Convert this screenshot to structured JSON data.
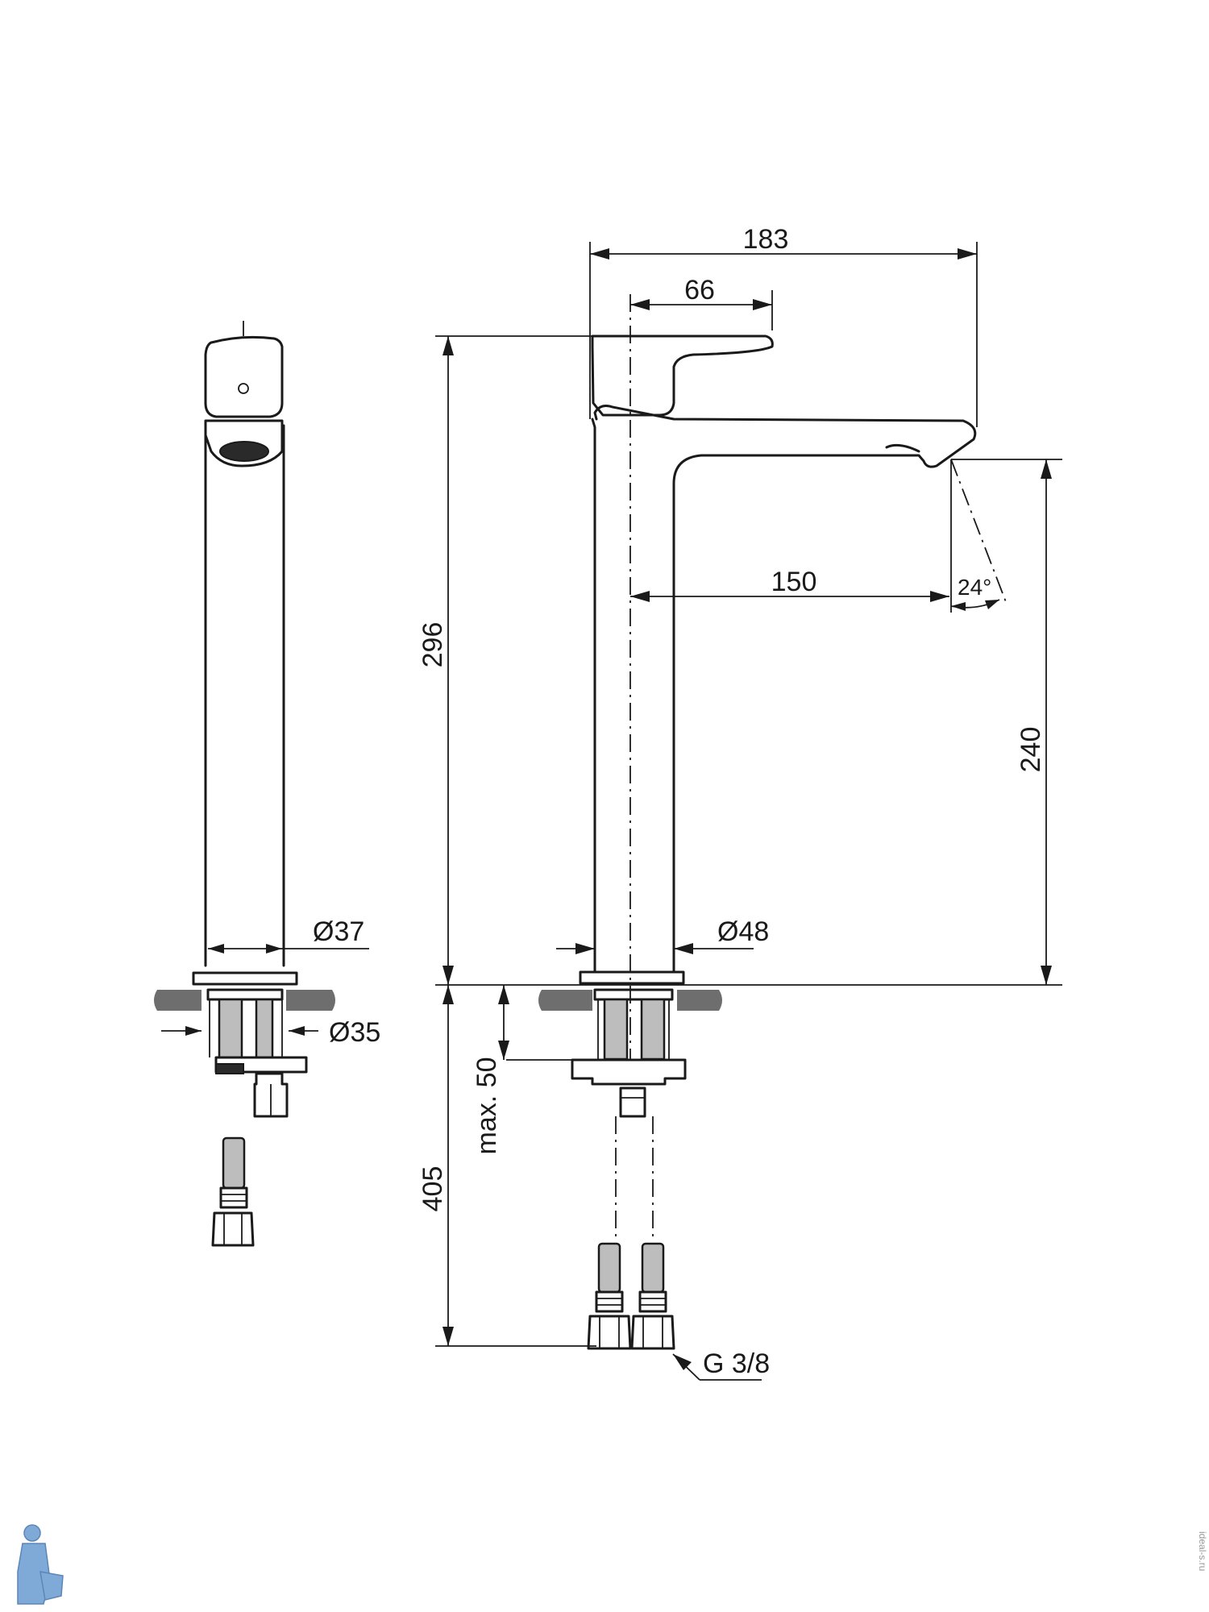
{
  "dimensions": {
    "total_length": "183",
    "lever_offset": "66",
    "spout_reach": "150",
    "total_height": "296",
    "spout_height": "240",
    "spout_angle": "24°",
    "body_diameter": "Ø48",
    "side_diameter": "Ø37",
    "hole_diameter": "Ø35",
    "max_thickness": "max. 50",
    "hose_length": "405",
    "thread": "G 3/8"
  },
  "watermark": {
    "side_text": "ideal-s.ru"
  }
}
